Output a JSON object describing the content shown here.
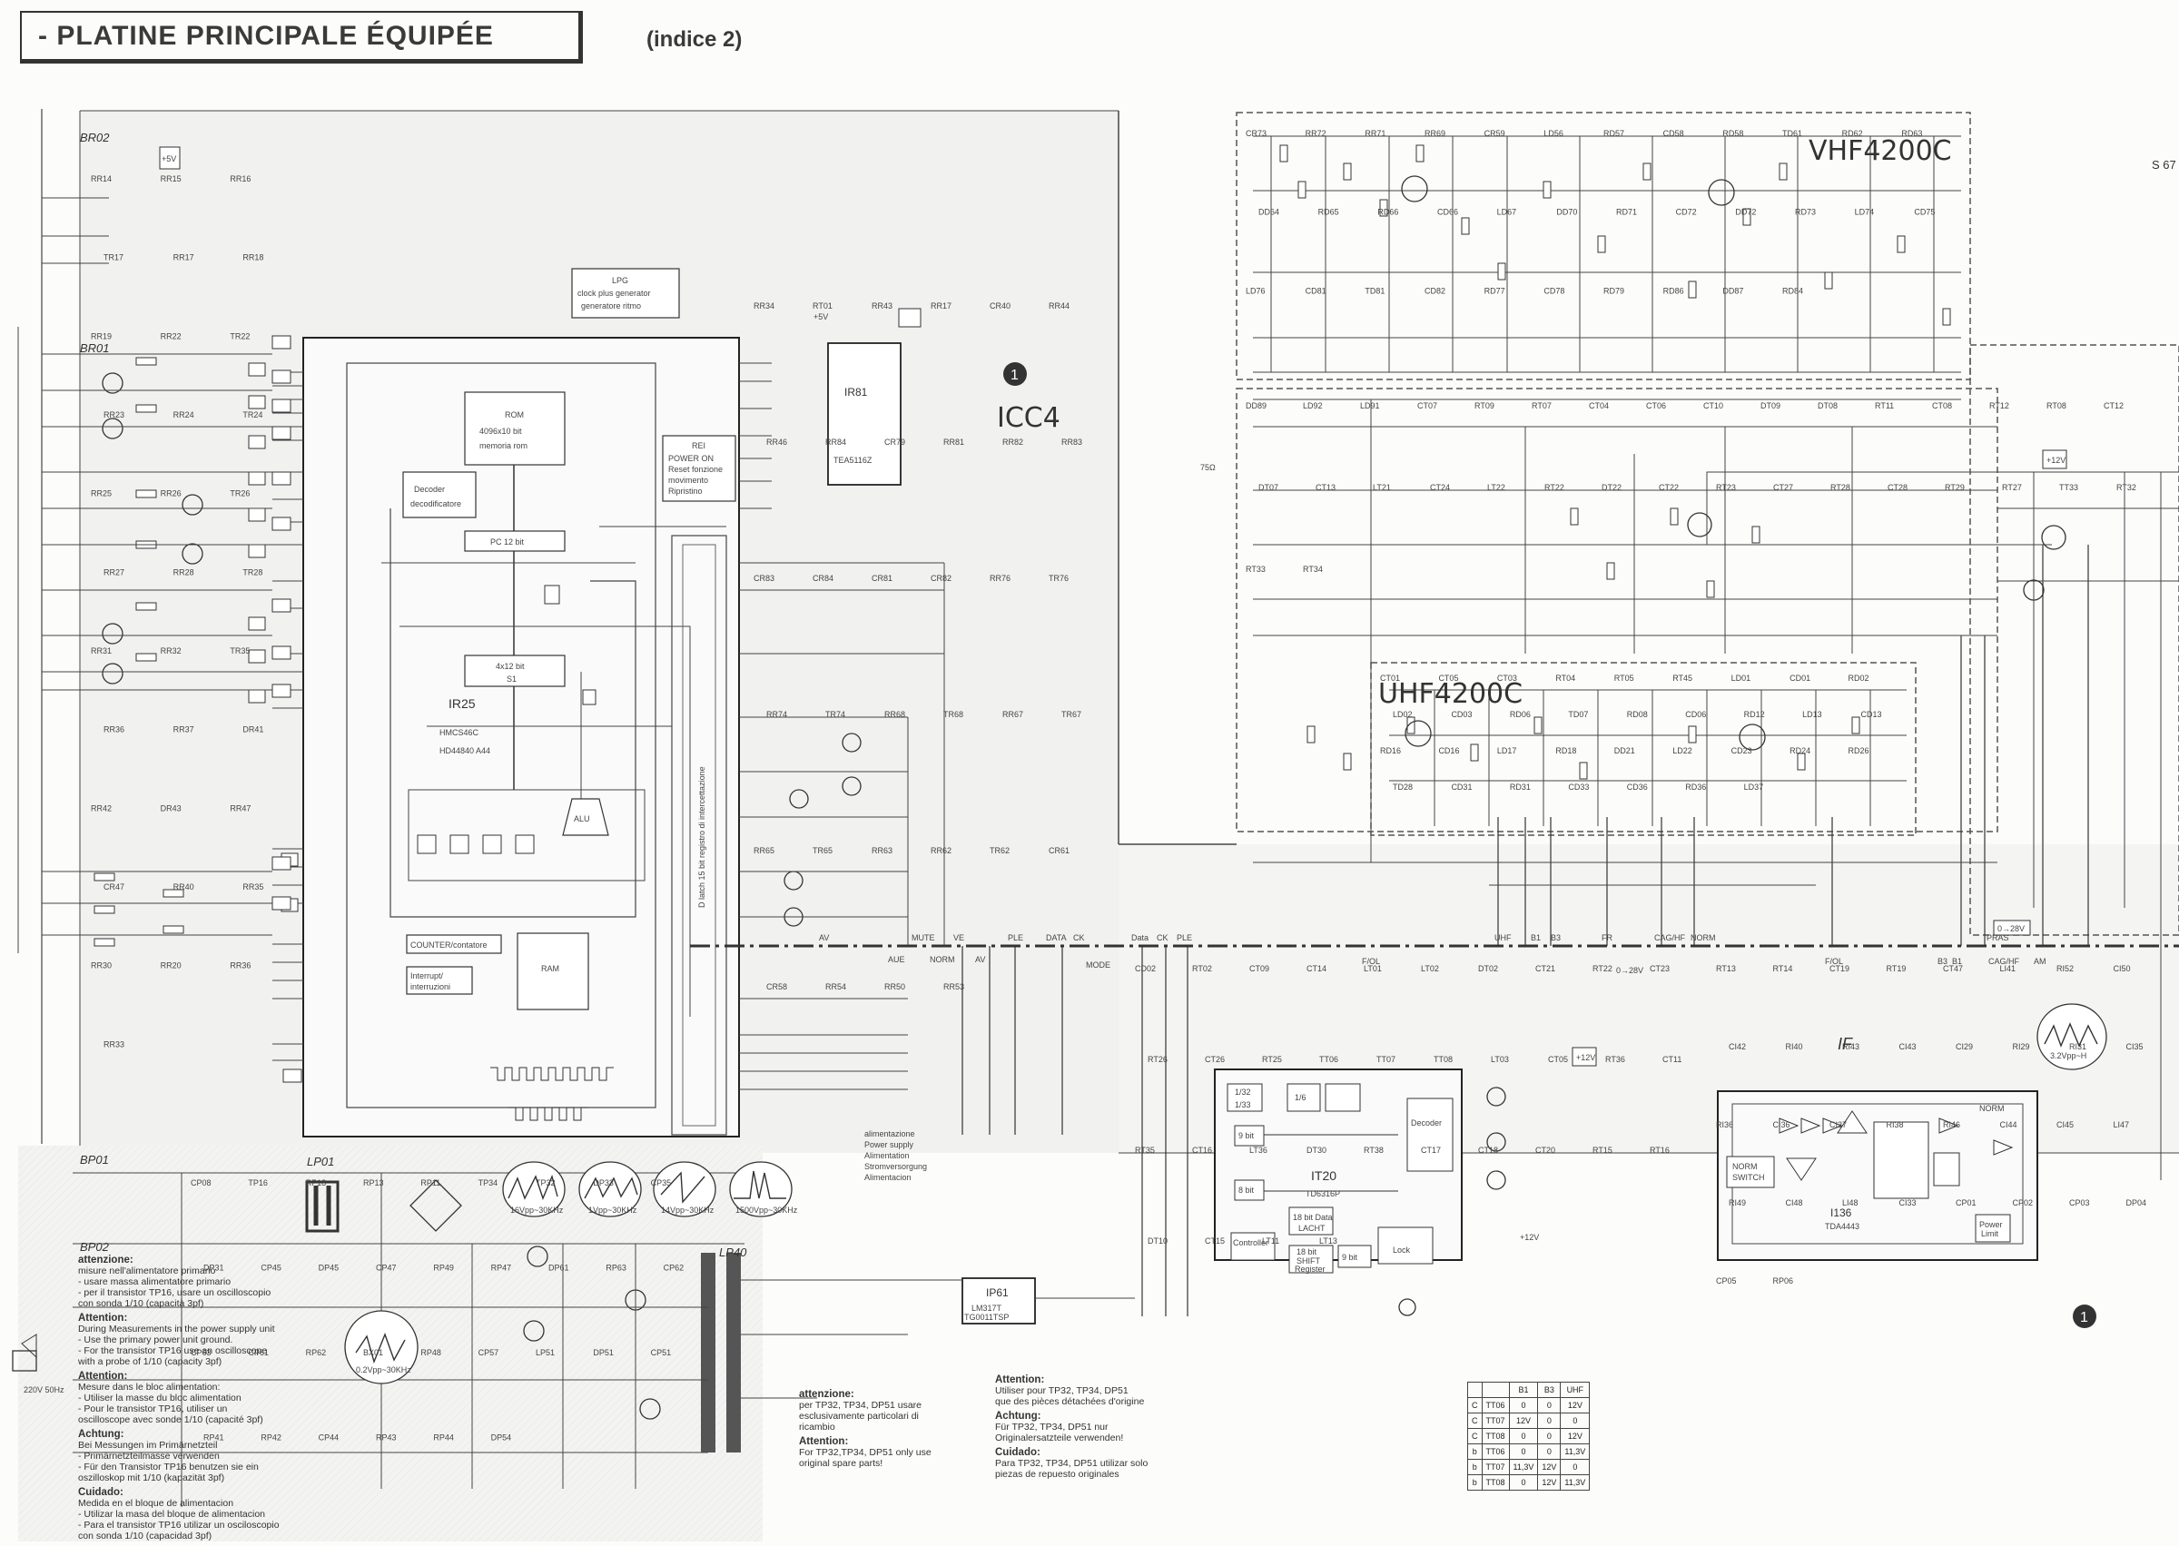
{
  "header": {
    "title": "- PLATINE PRINCIPALE ÉQUIPÉE",
    "index": "(indice 2)",
    "corner_label": "S 67"
  },
  "modules": {
    "icc4": "ICC4",
    "vhf": "VHF4200C",
    "uhf": "UHF4200C",
    "if": "IF",
    "marker_1": "1",
    "marker_2": "1"
  },
  "chips": {
    "ir25": {
      "name": "IR25",
      "part1": "HMCS46C",
      "part2": "HD44840 A44"
    },
    "rom": {
      "name": "ROM",
      "line1": "4096x10 bit",
      "line2": "memoria rom"
    },
    "decoder": {
      "line1": "Decoder",
      "line2": "decodificatore"
    },
    "pc": "PC 12 bit",
    "sp": {
      "line1": "4x12 bit",
      "line2": "S1"
    },
    "alu": "ALU",
    "counter": "COUNTER/contatore",
    "interrupt": {
      "line1": "Interrupt/",
      "line2": "interruzioni"
    },
    "ram": "RAM",
    "lpg": {
      "name": "LPG",
      "line1": "clock plus generator",
      "line2": "generatore ritmo"
    },
    "rei": {
      "name": "REI",
      "line1": "POWER ON",
      "line2": "Reset fonzione",
      "line3": "movimento",
      "line4": "Ripristino"
    },
    "ir81": {
      "name": "IR81",
      "part": "TEA5116Z"
    },
    "it20": {
      "name": "IT20",
      "part": "TD6316P"
    },
    "it20_decoder": "Decoder",
    "it20_div1": "1/32",
    "it20_div2": "1/33",
    "it20_div3": "1/6",
    "it20_latch": {
      "line1": "18 bit Data",
      "line2": "LACHT"
    },
    "it20_shift": {
      "line1": "18 bit",
      "line2": "SHIFT",
      "line3": "Register"
    },
    "it20_controller": "Controller",
    "it20_bits1": "9 bit",
    "it20_bits2": "8 bit",
    "it20_bits3": "9 bit",
    "it20_lock": "Lock",
    "i136": {
      "name": "I136",
      "part": "TDA4443"
    },
    "i136_norm": {
      "line1": "NORM",
      "line2": "SWITCH"
    },
    "i136_power": {
      "line1": "Power",
      "line2": "Limit"
    },
    "ip61": {
      "name": "IP61",
      "line1": "LM317T",
      "line2": "TG0011TSP"
    },
    "latch_label": "D latch 15 bit registro di intercettazione"
  },
  "connectors": {
    "br02": "BR02",
    "br01": "BR01",
    "bp01": "BP01",
    "bp02": "BP02",
    "lp01": "LP01",
    "lp40": "LP40",
    "plug_75": "75Ω",
    "mains": "220V 50Hz",
    "plus5v": "+5V"
  },
  "bus_labels": [
    "PLE",
    "DATA",
    "CK",
    "MODE",
    "Data",
    "CK",
    "PLE",
    "F/OL",
    "UHF",
    "B1",
    "B3",
    "FR",
    "CAG/HF",
    "NORM",
    "F/OL",
    "B3",
    "B1",
    "PRAS",
    "CAG/HF",
    "AM",
    "AV",
    "MUTE",
    "VE",
    "AUE",
    "NORM",
    "AV",
    "NORM"
  ],
  "supply_labels": [
    "0→28V",
    "0→28V",
    "+12V",
    "+5V",
    "+12V",
    "+12V"
  ],
  "power_supply": {
    "line1": "alimentazione",
    "line2": "Power supply",
    "line3": "Alimentation",
    "line4": "Stromversorgung",
    "line5": "Alimentacion"
  },
  "waveforms": [
    "16Vpp~30KHz",
    "1Vpp~30KHz",
    "14Vpp~30KHz",
    "1500Vpp~30KHz",
    "0.2Vpp~30KHz",
    "3.2Vpp~H"
  ],
  "notes_left": [
    {
      "head": "attenzione:",
      "lines": [
        "misure nell'alimentatore primario",
        "- usare massa alimentatore primario",
        "- per il transistor TP16, usare un oscilloscopio",
        "  con sonda 1/10  (capacità 3pf)"
      ]
    },
    {
      "head": "Attention:",
      "lines": [
        "During Measurements in the power supply unit",
        "- Use the primary power unit ground.",
        "- For the transistor TP16 use an oscilloscope",
        "  with a probe of 1/10  (capacity 3pf)"
      ]
    },
    {
      "head": "Attention:",
      "lines": [
        "Mesure dans le bloc alimentation:",
        "- Utiliser la masse du bloc alimentation",
        "- Pour le transistor TP16, utiliser un",
        "  oscilloscope avec sonde 1/10 (capacité 3pf)"
      ]
    },
    {
      "head": "Achtung:",
      "lines": [
        "Bei Messungen im Primärnetzteil",
        "- Primärnetzteilmasse verwenden",
        "- Für den Transistor TP16 benutzen sie ein",
        "  oszilloskop mit 1/10  (kapazität 3pf)"
      ]
    },
    {
      "head": "Cuidado:",
      "lines": [
        "Medida en el bloque de alimentacion",
        "- Utilizar la masa del bloque de alimentacion",
        "- Para el transistor TP16 utilizar un osciloscopio",
        "  con sonda 1/10  (capacidad 3pf)"
      ]
    }
  ],
  "notes_mid": [
    {
      "head": "attenzione:",
      "lines": [
        "per TP32, TP34, DP51 usare",
        "esclusivamente particolari di",
        "ricambio"
      ]
    },
    {
      "head": "Attention:",
      "lines": [
        "For TP32,TP34, DP51 only use",
        "original spare parts!"
      ]
    }
  ],
  "notes_right": [
    {
      "head": "Attention:",
      "lines": [
        "Utiliser pour TP32, TP34, DP51",
        "que des pièces détachées d'origine"
      ]
    },
    {
      "head": "Achtung:",
      "lines": [
        "Für TP32, TP34, DP51 nur",
        "Originalersatzteile verwenden!"
      ]
    },
    {
      "head": "Cuidado:",
      "lines": [
        "Para TP32, TP34, DP51 utilizar solo",
        "piezas de repuesto originales"
      ]
    }
  ],
  "transistor_table": {
    "header": [
      "",
      "",
      "B1",
      "B3",
      "UHF"
    ],
    "rows": [
      [
        "C",
        "TT06",
        "0",
        "0",
        "12V"
      ],
      [
        "C",
        "TT07",
        "12V",
        "0",
        "0"
      ],
      [
        "C",
        "TT08",
        "0",
        "0",
        "12V"
      ],
      [
        "b",
        "TT06",
        "0",
        "0",
        "11,3V"
      ],
      [
        "b",
        "TT07",
        "11,3V",
        "12V",
        "0"
      ],
      [
        "b",
        "TT08",
        "0",
        "12V",
        "11,3V"
      ]
    ]
  },
  "component_labels": [
    "RR14",
    "RR15",
    "RR16",
    "TR17",
    "RR17",
    "RR18",
    "RR19",
    "RR22",
    "TR22",
    "RR23",
    "RR24",
    "TR24",
    "RR25",
    "RR26",
    "TR26",
    "RR27",
    "RR28",
    "TR28",
    "RR31",
    "RR32",
    "TR35",
    "RR36",
    "RR37",
    "DR41",
    "RR42",
    "DR43",
    "RR47",
    "CR47",
    "RR40",
    "RR35",
    "RR30",
    "RR20",
    "RR36",
    "RR33",
    "RR34",
    "RT01",
    "RR43",
    "RR17",
    "CR40",
    "RR44",
    "RR46",
    "RR84",
    "CR79",
    "RR81",
    "RR82",
    "RR83",
    "CR83",
    "CR84",
    "CR81",
    "CR82",
    "RR76",
    "TR76",
    "RR74",
    "TR74",
    "RR68",
    "TR68",
    "RR67",
    "TR67",
    "RR65",
    "TR65",
    "RR63",
    "RR62",
    "TR62",
    "CR61",
    "CR58",
    "RR54",
    "RR50",
    "RR53",
    "CR73",
    "RR72",
    "RR71",
    "RR69",
    "CR59",
    "LD56",
    "RD57",
    "CD58",
    "RD58",
    "TD61",
    "RD62",
    "RD63",
    "DD64",
    "RD65",
    "RD66",
    "CD66",
    "LD67",
    "DD70",
    "RD71",
    "CD72",
    "DD72",
    "RD73",
    "LD74",
    "CD75",
    "LD76",
    "CD81",
    "TD81",
    "CD82",
    "RD77",
    "CD78",
    "RD79",
    "RD86",
    "DD87",
    "RD84",
    "DD89",
    "LD92",
    "LD91",
    "CT07",
    "RT09",
    "RT07",
    "CT04",
    "CT06",
    "CT10",
    "DT09",
    "DT08",
    "RT11",
    "CT08",
    "RT12",
    "RT08",
    "CT12",
    "DT07",
    "CT13",
    "LT21",
    "CT24",
    "LT22",
    "RT22",
    "DT22",
    "CT22",
    "RT23",
    "CT27",
    "RT28",
    "CT28",
    "RT29",
    "RT27",
    "TT33",
    "RT32",
    "RT33",
    "RT34",
    "CT01",
    "CT05",
    "CT03",
    "RT04",
    "RT05",
    "RT45",
    "LD01",
    "CD01",
    "RD02",
    "LD02",
    "CD03",
    "RD06",
    "TD07",
    "RD08",
    "CD06",
    "RD12",
    "LD13",
    "CD13",
    "RD16",
    "CD16",
    "LD17",
    "RD18",
    "DD21",
    "LD22",
    "CD23",
    "RD24",
    "RD26",
    "TD28",
    "CD31",
    "RD31",
    "CD33",
    "CD36",
    "RD36",
    "LD37",
    "CD02",
    "RT02",
    "CT09",
    "CT14",
    "LT01",
    "LT02",
    "DT02",
    "CT21",
    "RT22",
    "CT23",
    "RT26",
    "CT26",
    "RT25",
    "TT06",
    "TT07",
    "TT08",
    "LT03",
    "CT05",
    "RT36",
    "CT11",
    "RT35",
    "CT16",
    "LT36",
    "DT30",
    "RT38",
    "CT17",
    "CT18",
    "CT20",
    "RT15",
    "RT16",
    "DT10",
    "CT15",
    "LT11",
    "LT13",
    "RT13",
    "RT14",
    "CT19",
    "RT19",
    "CT47",
    "LI41",
    "RI52",
    "CI50",
    "CI42",
    "RI40",
    "RI43",
    "CI43",
    "CI29",
    "RI29",
    "RI31",
    "CI35",
    "RI36",
    "CI36",
    "CI37",
    "RI38",
    "RI46",
    "CI44",
    "CI45",
    "LI47",
    "RI49",
    "CI48",
    "LI48",
    "CI33",
    "CP01",
    "CP02",
    "CP03",
    "DP04",
    "CP05",
    "RP06",
    "CP08",
    "TP16",
    "RP18",
    "RP13",
    "RP11",
    "TP34",
    "TP32",
    "DP33",
    "CP35",
    "DP31",
    "CP45",
    "DP45",
    "CP47",
    "RP49",
    "RP47",
    "DP61",
    "RP63",
    "CP62",
    "CP63",
    "CP61",
    "RP62",
    "BX01",
    "RP48",
    "CP57",
    "LP51",
    "DP51",
    "CP51",
    "RP41",
    "RP42",
    "CP44",
    "RP43",
    "RP44",
    "DP54"
  ]
}
